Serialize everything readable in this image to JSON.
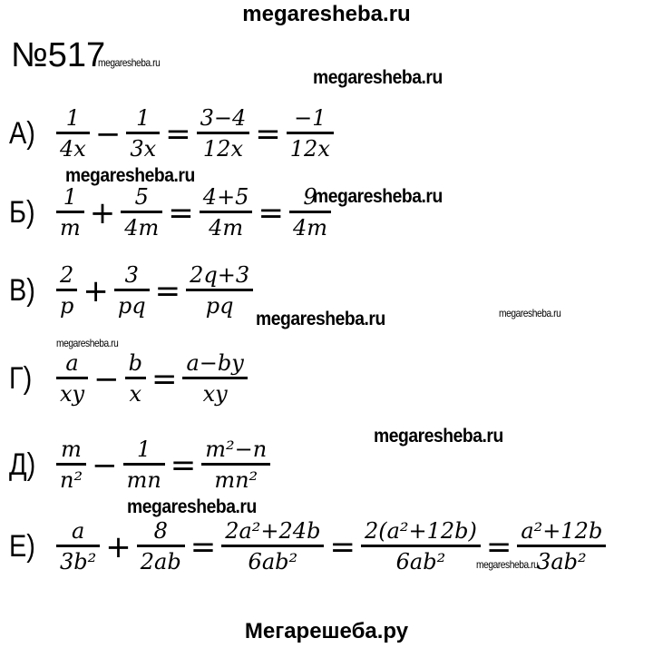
{
  "header": {
    "site": "megaresheba.ru",
    "footer": "Мегарешеба.ру"
  },
  "problem_number": "№517",
  "watermark": "megaresheba.ru",
  "problems": [
    {
      "label": "А)",
      "terms": [
        {
          "num": "1",
          "den": "4x"
        },
        "−",
        {
          "num": "1",
          "den": "3x"
        },
        "=",
        {
          "num": "3−4",
          "den": "12x"
        },
        "=",
        {
          "num": "−1",
          "den": "12x"
        }
      ]
    },
    {
      "label": "Б)",
      "terms": [
        {
          "num": "1",
          "den": "m"
        },
        "+",
        {
          "num": "5",
          "den": "4m"
        },
        "=",
        {
          "num": "4+5",
          "den": "4m"
        },
        "=",
        {
          "num": "9",
          "den": "4m"
        }
      ]
    },
    {
      "label": "В)",
      "terms": [
        {
          "num": "2",
          "den": "p"
        },
        "+",
        {
          "num": "3",
          "den": "pq"
        },
        "=",
        {
          "num": "2q+3",
          "den": "pq"
        }
      ]
    },
    {
      "label": "Г)",
      "terms": [
        {
          "num": "a",
          "den": "xy"
        },
        "−",
        {
          "num": "b",
          "den": "x"
        },
        "=",
        {
          "num": "a−by",
          "den": "xy"
        }
      ]
    },
    {
      "label": "Д)",
      "terms": [
        {
          "num": "m",
          "den": "n²"
        },
        "−",
        {
          "num": "1",
          "den": "mn"
        },
        "=",
        {
          "num": "m²−n",
          "den": "mn²"
        }
      ]
    },
    {
      "label": "Е)",
      "terms": [
        {
          "num": "a",
          "den": "3b²"
        },
        "+",
        {
          "num": "8",
          "den": "2ab"
        },
        "=",
        {
          "num": "2a²+24b",
          "den": "6ab²"
        },
        "=",
        {
          "num": "2(a²+12b)",
          "den": "6ab²"
        },
        "=",
        {
          "num": "a²+12b",
          "den": "3ab²"
        }
      ]
    }
  ]
}
